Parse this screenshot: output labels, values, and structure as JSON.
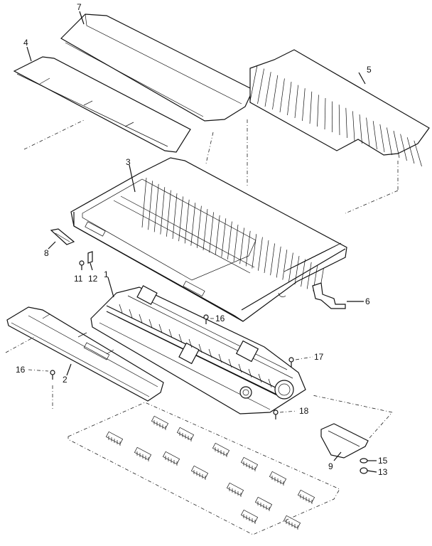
{
  "callouts": {
    "c1": "1",
    "c2": "2",
    "c3": "3",
    "c4": "4",
    "c5": "5",
    "c6": "6",
    "c7": "7",
    "c8": "8",
    "c9": "9",
    "c11": "11",
    "c12": "12",
    "c13": "13",
    "c15": "15",
    "c16a": "16",
    "c16b": "16",
    "c17": "17",
    "c18": "18"
  }
}
